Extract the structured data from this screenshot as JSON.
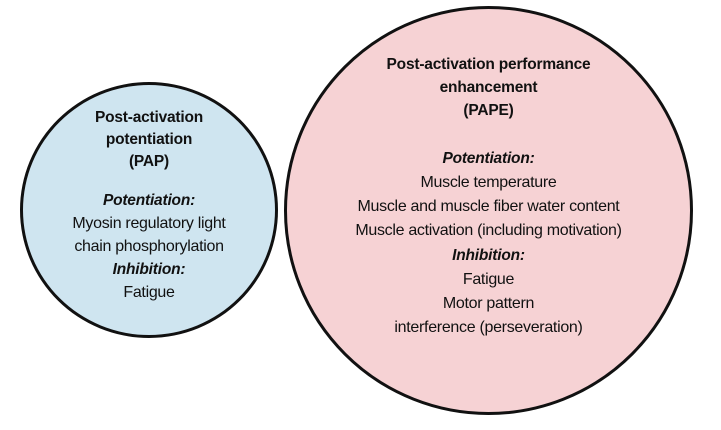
{
  "figure": {
    "type": "venn-like-circles-diagram",
    "background_color": "#ffffff",
    "outline_color": "#111111"
  },
  "circles": [
    {
      "id": "pap",
      "name": "post-activation-potentiation-circle",
      "fill_color": "#cfe5f0",
      "title_lines": [
        "Post-activation",
        "potentiation",
        "(PAP)"
      ],
      "sections": [
        {
          "heading": "Potentiation:",
          "items": [
            "Myosin regulatory light",
            "chain phosphorylation"
          ]
        },
        {
          "heading": "Inhibition:",
          "items": [
            "Fatigue"
          ]
        }
      ]
    },
    {
      "id": "pape",
      "name": "post-activation-performance-enhancement-circle",
      "fill_color": "#f6d2d4",
      "title_lines": [
        "Post-activation performance",
        "enhancement",
        "(PAPE)"
      ],
      "sections": [
        {
          "heading": "Potentiation:",
          "items": [
            "Muscle temperature",
            "Muscle and muscle fiber water content",
            "Muscle activation (including motivation)"
          ]
        },
        {
          "heading": "Inhibition:",
          "items": [
            "Fatigue",
            "Motor pattern",
            "interference (perseveration)"
          ]
        }
      ]
    }
  ]
}
